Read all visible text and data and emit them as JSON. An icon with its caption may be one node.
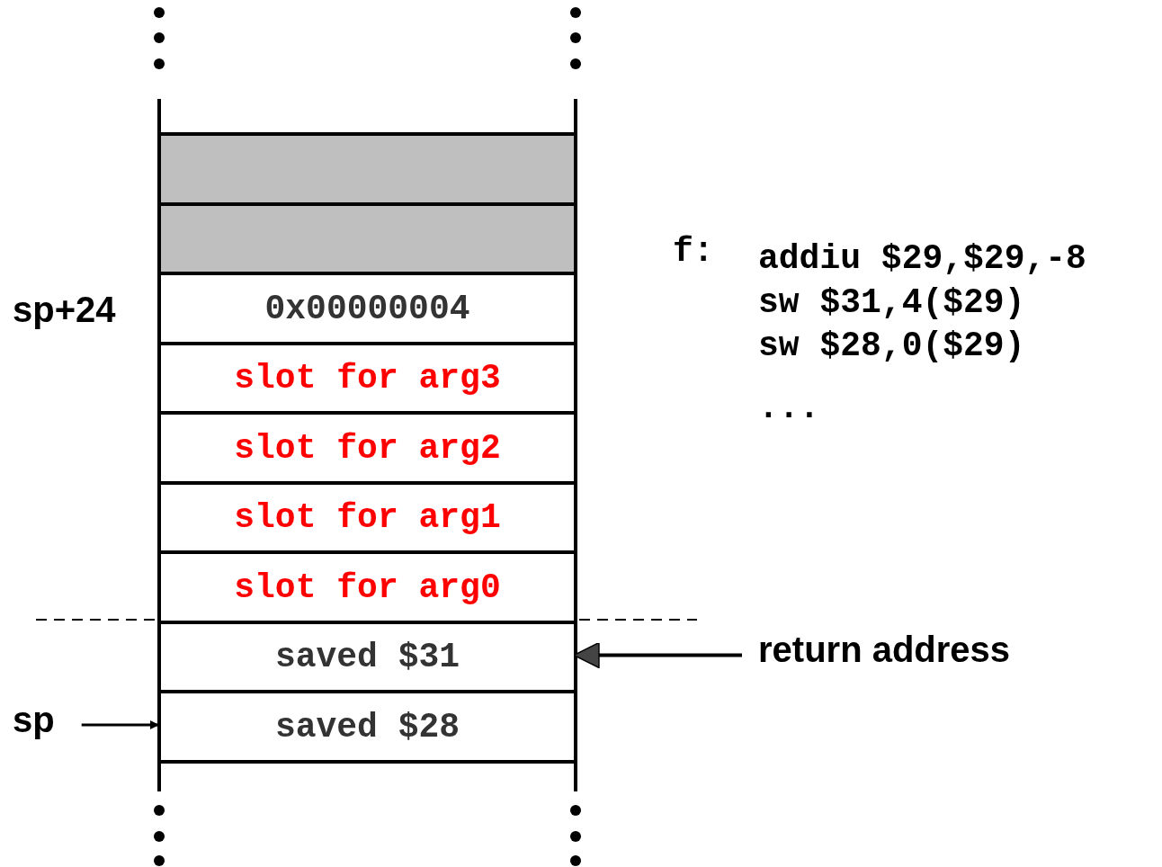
{
  "diagram": {
    "nodes": [
      {
        "text": [],
        "shape": "box"
      },
      {
        "text": [],
        "shape": "box"
      },
      {
        "text": [
          "0x00000004"
        ]
      },
      {
        "text": [
          "slot for arg3"
        ]
      },
      {
        "text": [
          "slot for arg2"
        ]
      },
      {
        "text": [
          "slot for arg1"
        ]
      },
      {
        "text": [
          "slot for arg0"
        ]
      },
      {
        "text": [
          "saved $31"
        ]
      },
      {
        "text": [
          "return address"
        ]
      },
      {
        "text": [
          "sp"
        ]
      },
      {
        "text": [
          "saved $28"
        ]
      }
    ],
    "edges": [
      {
        "from": 8,
        "to": 7,
        "arrow": "to"
      },
      {
        "from": 9,
        "to": 10,
        "arrow": "to"
      }
    ],
    "labels": [
      "sp+24",
      "f:",
      "addiu $29,$29,-8",
      "sw $31,4($29)",
      "sw $28,0($29)",
      "..."
    ]
  }
}
